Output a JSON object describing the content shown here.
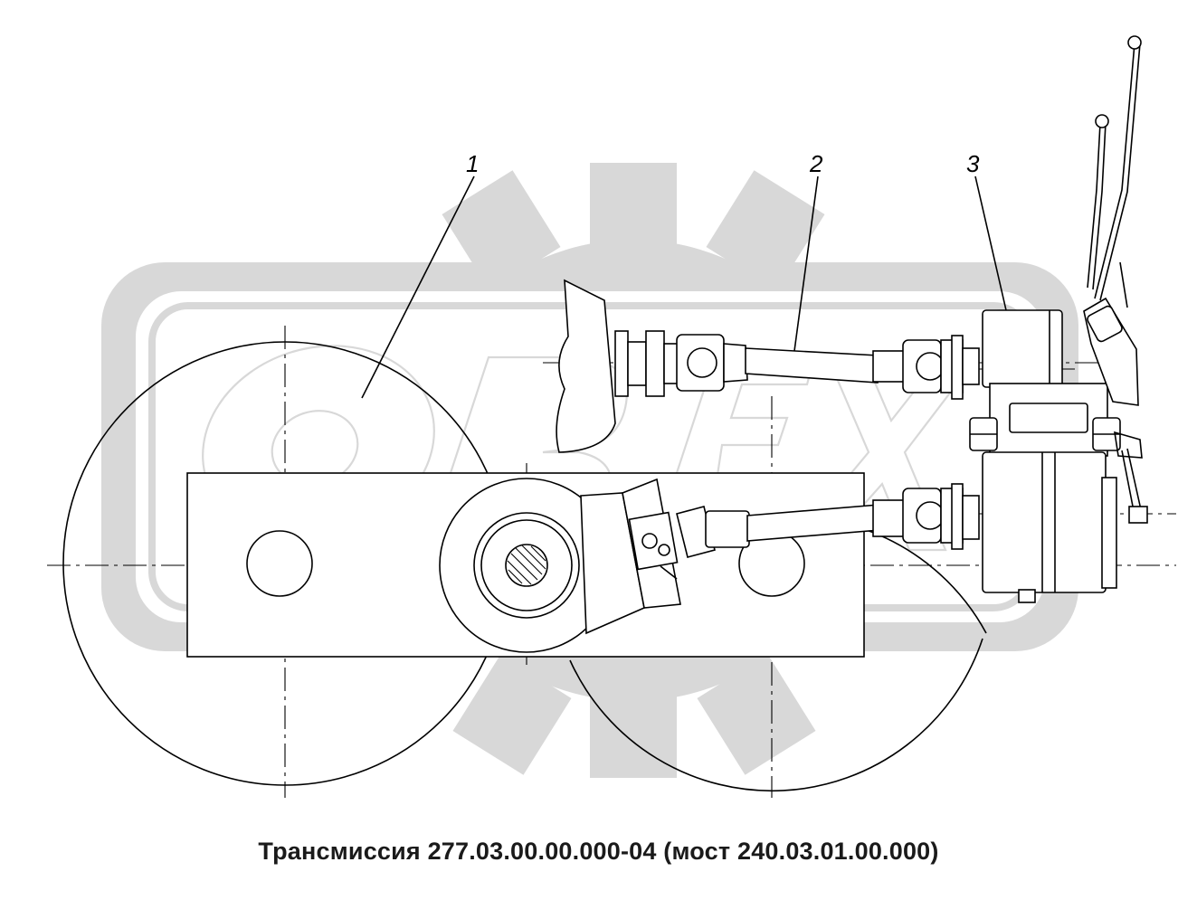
{
  "caption": "Трансмиссия 277.03.00.00.000-04 (мост 240.03.01.00.000)",
  "callouts": [
    {
      "id": "1",
      "label": "1"
    },
    {
      "id": "2",
      "label": "2"
    },
    {
      "id": "3",
      "label": "3"
    }
  ],
  "watermark": {
    "logo_text": "ORBEX"
  },
  "colors": {
    "line": "#000000",
    "watermark": "#d8d8d8",
    "background": "#ffffff"
  }
}
